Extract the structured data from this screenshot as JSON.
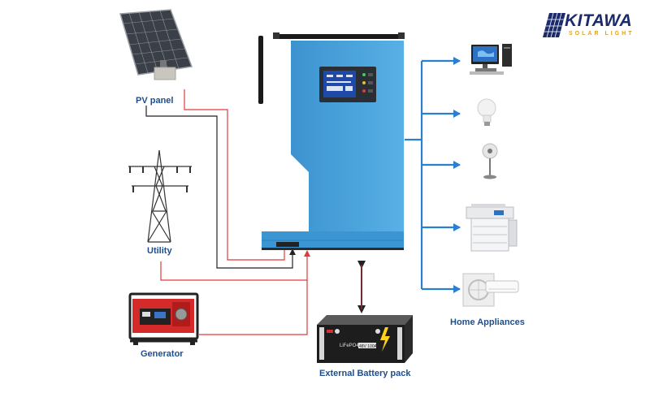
{
  "brand": {
    "name": "KITAWA",
    "tagline": "SOLAR LIGHT"
  },
  "labels": {
    "pv_panel": "PV panel",
    "utility": "Utility",
    "generator": "Generator",
    "battery": "External Battery pack",
    "appliances": "Home Appliances"
  },
  "battery_face": {
    "brand_text": "LiFePO4",
    "spec_text": "48V 100Ah"
  },
  "icons": {
    "pv": "solar-panel-icon",
    "utility": "power-tower-icon",
    "generator": "generator-icon",
    "battery": "battery-icon",
    "computer": "computer-icon",
    "bulb": "light-bulb-icon",
    "fan": "fan-icon",
    "copier": "copier-icon",
    "ac": "air-conditioner-icon"
  },
  "colors": {
    "inverter_blue": "#3d9bd8",
    "ac_wire": "#e03b3b",
    "dc_wire": "#222222",
    "output_arrow": "#2a7fd0",
    "label_text": "#1f4e8c",
    "brand_navy": "#1b2a6b",
    "brand_gold": "#e0a321"
  }
}
